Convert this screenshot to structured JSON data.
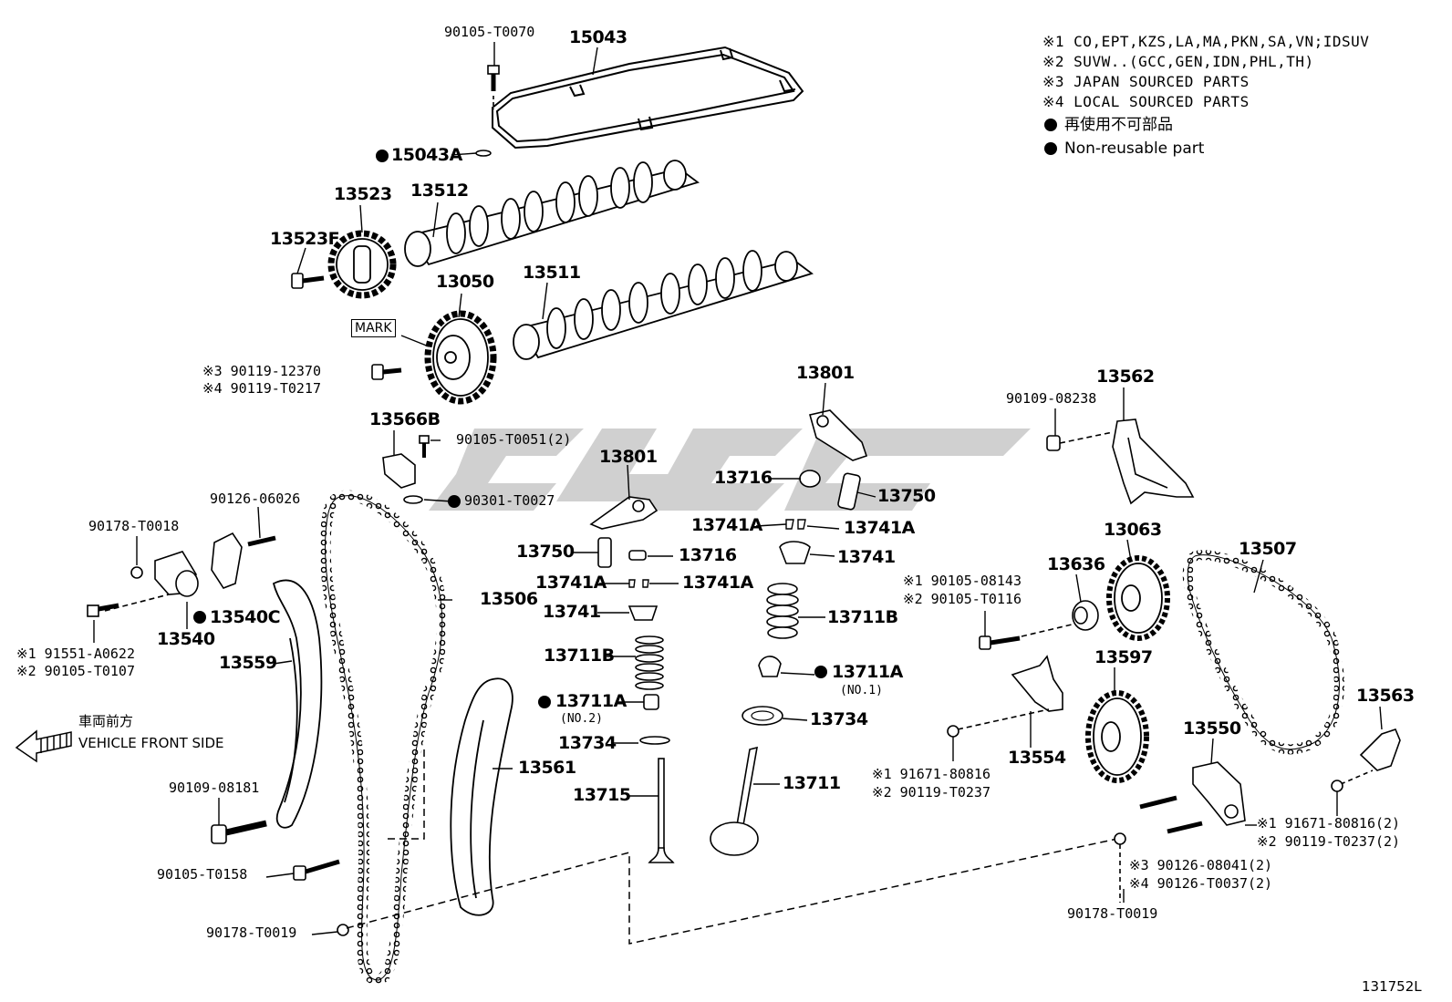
{
  "legend": {
    "note1": "※1 CO,EPT,KZS,LA,MA,PKN,SA,VN;IDSUV",
    "note2": "※2 SUVW..(GCC,GEN,IDN,PHL,TH)",
    "note3": "※3 JAPAN SOURCED PARTS",
    "note4": "※4 LOCAL SOURCED PARTS",
    "nonreusable_jp": "再使用不可部品",
    "nonreusable_en": "Non-reusable part"
  },
  "vehicle_front": {
    "jp": "車両前方",
    "en": "VEHICLE FRONT SIDE"
  },
  "mark_label": "MARK",
  "diagram_id": "131752L",
  "parts": {
    "p90105_T0070": "90105-T0070",
    "p15043": "15043",
    "p15043A": "15043A",
    "p13523": "13523",
    "p13512": "13512",
    "p13523F": "13523F",
    "p13050": "13050",
    "p13511": "13511",
    "p90119_12370": "※3 90119-12370",
    "p90119_T0217": "※4 90119-T0217",
    "p13566B": "13566B",
    "p90105_T0051": "90105-T0051(2)",
    "p90301_T0027": "90301-T0027",
    "p90126_06026": "90126-06026",
    "p90178_T0018": "90178-T0018",
    "p13540": "13540",
    "p13540C": "13540C",
    "p91551_A0622": "※1 91551-A0622",
    "p90105_T0107": "※2 90105-T0107",
    "p13559": "13559",
    "p13506": "13506",
    "p90109_08181": "90109-08181",
    "p90105_T0158": "90105-T0158",
    "p90178_T0019a": "90178-T0019",
    "p13801a": "13801",
    "p13801b": "13801",
    "p13750a": "13750",
    "p13716a": "13716",
    "p13741Aa": "13741A",
    "p13741Ab": "13741A",
    "p13741a": "13741",
    "p13711Ba": "13711B",
    "p13711Aa": "13711A",
    "no2": "(NO.2)",
    "p13734a": "13734",
    "p13561": "13561",
    "p13715": "13715",
    "p13716b": "13716",
    "p13750b": "13750",
    "p13741Ac": "13741A",
    "p13741Ad": "13741A",
    "p13741b": "13741",
    "p13711Bb": "13711B",
    "p13711Ab": "13711A",
    "no1": "(NO.1)",
    "p13734b": "13734",
    "p13711": "13711",
    "p90109_08238": "90109-08238",
    "p13562": "13562",
    "p13063": "13063",
    "p13507": "13507",
    "p13636": "13636",
    "p90105_08143": "※1 90105-08143",
    "p90105_T0116": "※2 90105-T0116",
    "p13597": "13597",
    "p13554": "13554",
    "p91671_80816a": "※1 91671-80816",
    "p90119_T0237a": "※2 90119-T0237",
    "p13550": "13550",
    "p13563": "13563",
    "p91671_80816b": "※1 91671-80816(2)",
    "p90119_T0237b": "※2 90119-T0237(2)",
    "p90126_08041": "※3 90126-08041(2)",
    "p90126_T0037": "※4 90126-T0037(2)",
    "p90178_T0019b": "90178-T0019"
  }
}
